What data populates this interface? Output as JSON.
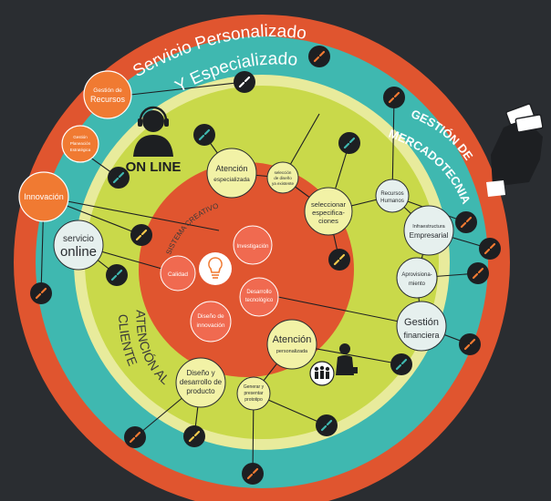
{
  "outer_ring": {
    "title_line1": "Servicio Personalizado",
    "title_line2": "Y Especializado",
    "side_title_line1": "GESTIÓN DE",
    "side_title_line2": "MERCADOTECNIA"
  },
  "online_label": "ON LINE",
  "yellow_ring": {
    "arc_title": "SISTEMA CREATIVO",
    "side_label_line1": "ATENCIÓN AL",
    "side_label_line2": "CLIENTE"
  },
  "center_nodes": {
    "investigacion": "Investigación",
    "calidad": "Calidad",
    "desarrollo_tec_l1": "Desarrollo",
    "desarrollo_tec_l2": "tecnológico",
    "diseno_inn_l1": "Diseño de",
    "diseno_inn_l2": "innovación"
  },
  "nodes": {
    "gestion_recursos_l1": "Gestión de",
    "gestion_recursos_l2": "Recursos",
    "gestion_planeacion_l1": "Gestión",
    "gestion_planeacion_l2": "Planeación",
    "gestion_planeacion_l3": "Estratégica",
    "innovacion": "Innovación",
    "servicio_online_l1": "servicio",
    "servicio_online_l2": "online",
    "atencion_especializada_l1": "Atención",
    "atencion_especializada_l2": "especializada",
    "seleccion_diseno_l1": "selección",
    "seleccion_diseno_l2": "de diseño",
    "seleccion_diseno_l3": "ya existente",
    "seleccionar_esp_l1": "seleccionar",
    "seleccionar_esp_l2": "especifica-",
    "seleccionar_esp_l3": "ciones",
    "recursos_humanos_l1": "Recursos",
    "recursos_humanos_l2": "Humanos",
    "infraestructura_l1": "Infraestructura",
    "infraestructura_l2": "Empresarial",
    "aprovisionamiento_l1": "Aprovisiona-",
    "aprovisionamiento_l2": "miento",
    "gestion_financiera_l1": "Gestión",
    "gestion_financiera_l2": "financiera",
    "atencion_personalizada_l1": "Atención",
    "atencion_personalizada_l2": "personalizada",
    "diseno_producto_l1": "Diseño y",
    "diseno_producto_l2": "desarrollo de",
    "diseno_producto_l3": "producto",
    "generar_l1": "Generar y",
    "generar_l2": "presentar",
    "generar_l3": "prototipo"
  },
  "colors": {
    "background": "#2a2d31",
    "outer_ring": "#e0552f",
    "teal_ring": "#3fb8b0",
    "yellow_ring": "#c9d94a",
    "pale_ring": "#e8eb9c",
    "center": "#e0552f",
    "node_orange": "#f07a32",
    "node_pale": "#e6f0ee",
    "node_yellow": "#f2f2a6",
    "node_salmon": "#f06a50",
    "link_icon_bg": "#1d1f22"
  },
  "icons": [
    "chain-link-icon",
    "headset-operator-icon",
    "money-hand-icon",
    "lightbulb-icon",
    "businessman-icon",
    "team-group-icon"
  ]
}
